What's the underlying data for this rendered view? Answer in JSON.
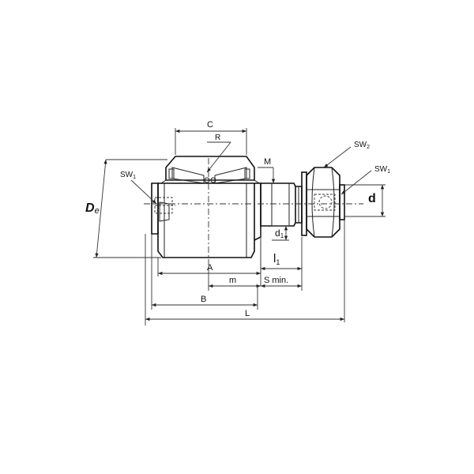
{
  "labels": {
    "C": "C",
    "R": "R",
    "M": "M",
    "SW1_left": "SW",
    "SW1_left_sub": "1",
    "SW2": "SW",
    "SW2_sub": "2",
    "SW1_right": "SW",
    "SW1_right_sub": "1",
    "De": "D",
    "De_sub": "e",
    "d": "d",
    "d1": "d",
    "d1_sub": "1",
    "l1": "l",
    "l1_sub": "1",
    "A": "A",
    "m": "m",
    "Smin": "S min.",
    "B": "B",
    "L": "L"
  },
  "colors": {
    "line": "#111111",
    "background": "#ffffff"
  }
}
